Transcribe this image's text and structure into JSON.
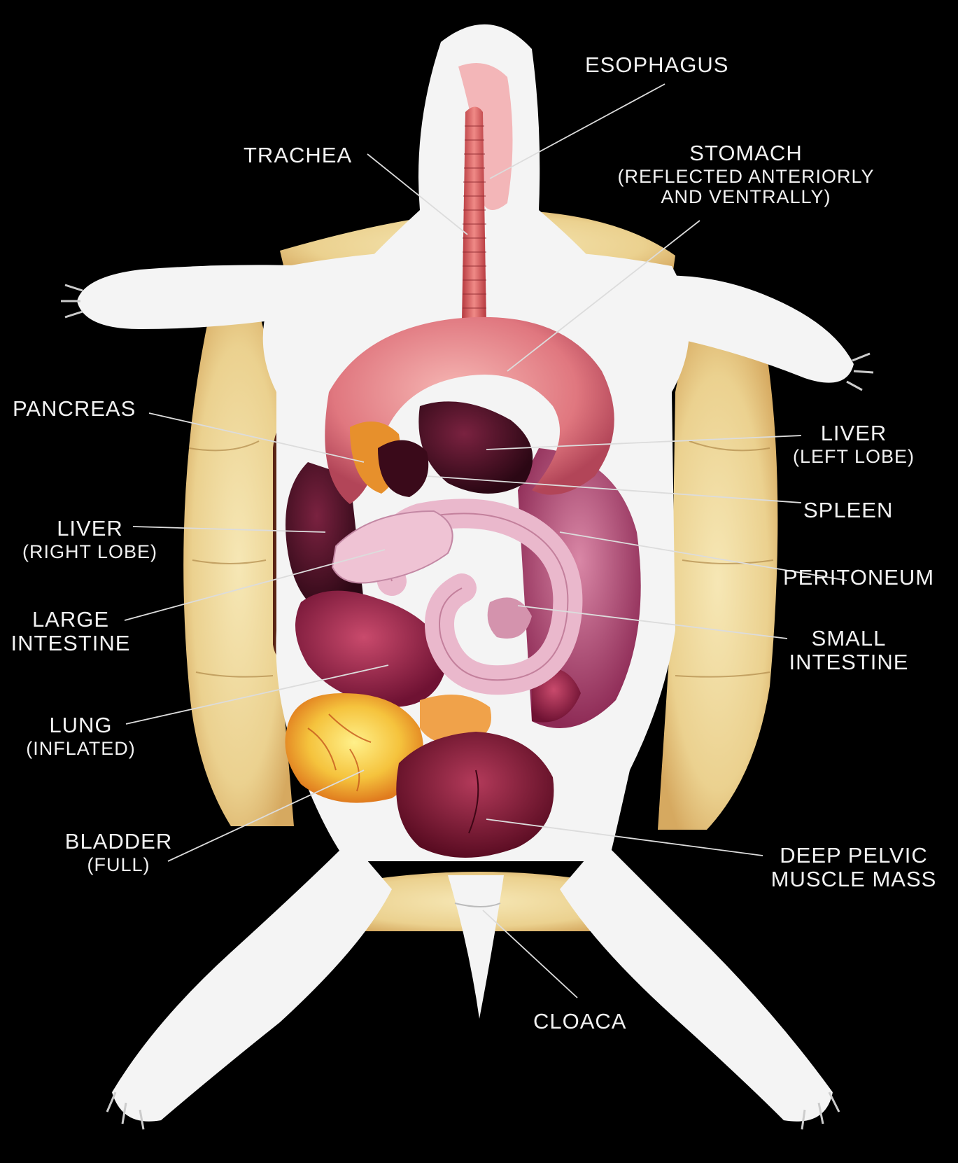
{
  "labels": {
    "esophagus": {
      "main": "ESOPHAGUS"
    },
    "trachea": {
      "main": "TRACHEA"
    },
    "stomach": {
      "main": "STOMACH",
      "sub1": "(REFLECTED ANTERIORLY",
      "sub2": "AND VENTRALLY)"
    },
    "pancreas": {
      "main": "PANCREAS"
    },
    "liver_left": {
      "main": "LIVER",
      "sub": "(LEFT LOBE)"
    },
    "spleen": {
      "main": "SPLEEN"
    },
    "liver_right": {
      "main": "LIVER",
      "sub": "(RIGHT LOBE)"
    },
    "peritoneum": {
      "main": "PERITONEUM"
    },
    "large_intestine": {
      "line1": "LARGE",
      "line2": "INTESTINE"
    },
    "small_intestine": {
      "line1": "SMALL",
      "line2": "INTESTINE"
    },
    "lung": {
      "main": "LUNG",
      "sub": "(INFLATED)"
    },
    "bladder": {
      "main": "BLADDER",
      "sub": "(FULL)"
    },
    "deep_pelvic": {
      "line1": "DEEP PELVIC",
      "line2": "MUSCLE MASS"
    },
    "cloaca": {
      "main": "CLOACA"
    }
  },
  "colors": {
    "background": "#000000",
    "label_text": "#f2f2f2",
    "leader_line": "#dcdcdc",
    "body_white": "#f4f4f4",
    "shell_tan": "#ecd79a",
    "stomach_pink": "#e7898f",
    "liver_dark": "#4b0f22",
    "intestine_pink": "#eab8cc",
    "peritoneum_magenta": "#b24f7a",
    "lung_crimson": "#8f2145",
    "bladder_yellow": "#f3b83a",
    "pelvic_muscle": "#7f1733"
  }
}
